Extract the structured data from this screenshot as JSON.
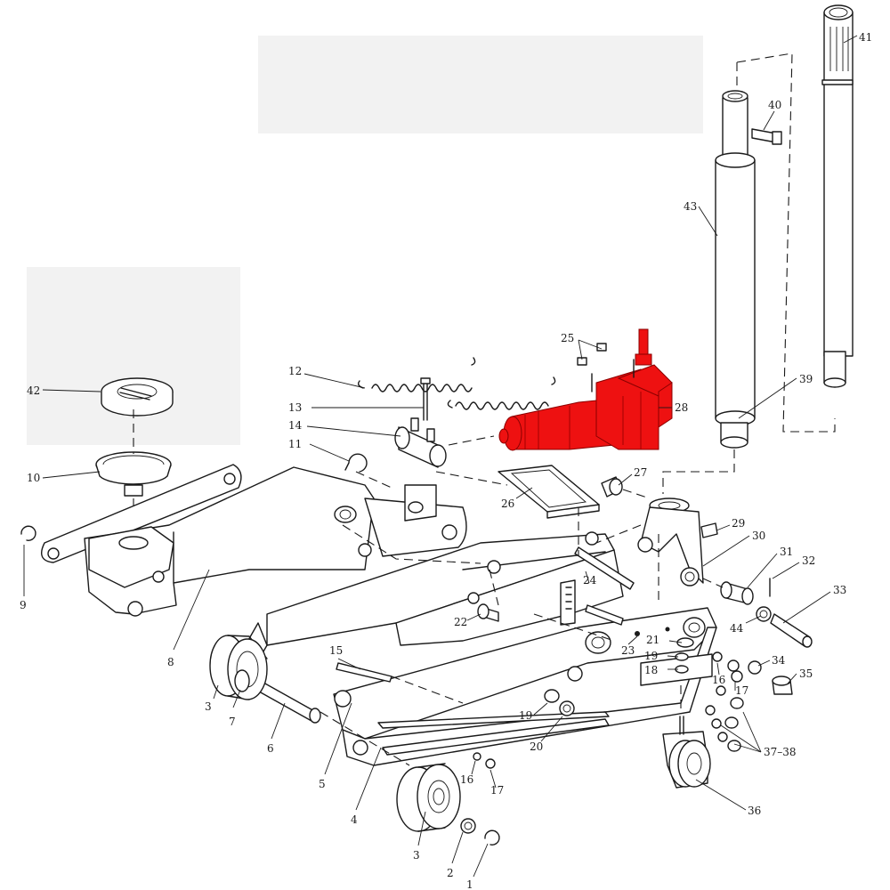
{
  "diagram": {
    "highlight_color": "#ee1111",
    "highlighted_part": "28",
    "callouts": [
      "1",
      "2",
      "3",
      "3",
      "4",
      "5",
      "6",
      "7",
      "8",
      "9",
      "10",
      "11",
      "12",
      "13",
      "14",
      "15",
      "16",
      "16",
      "17",
      "17",
      "18",
      "19",
      "19",
      "20",
      "21",
      "22",
      "23",
      "24",
      "25",
      "26",
      "27",
      "28",
      "29",
      "30",
      "31",
      "32",
      "33",
      "34",
      "35",
      "36",
      "37–38",
      "39",
      "40",
      "41",
      "42",
      "43",
      "44"
    ]
  }
}
